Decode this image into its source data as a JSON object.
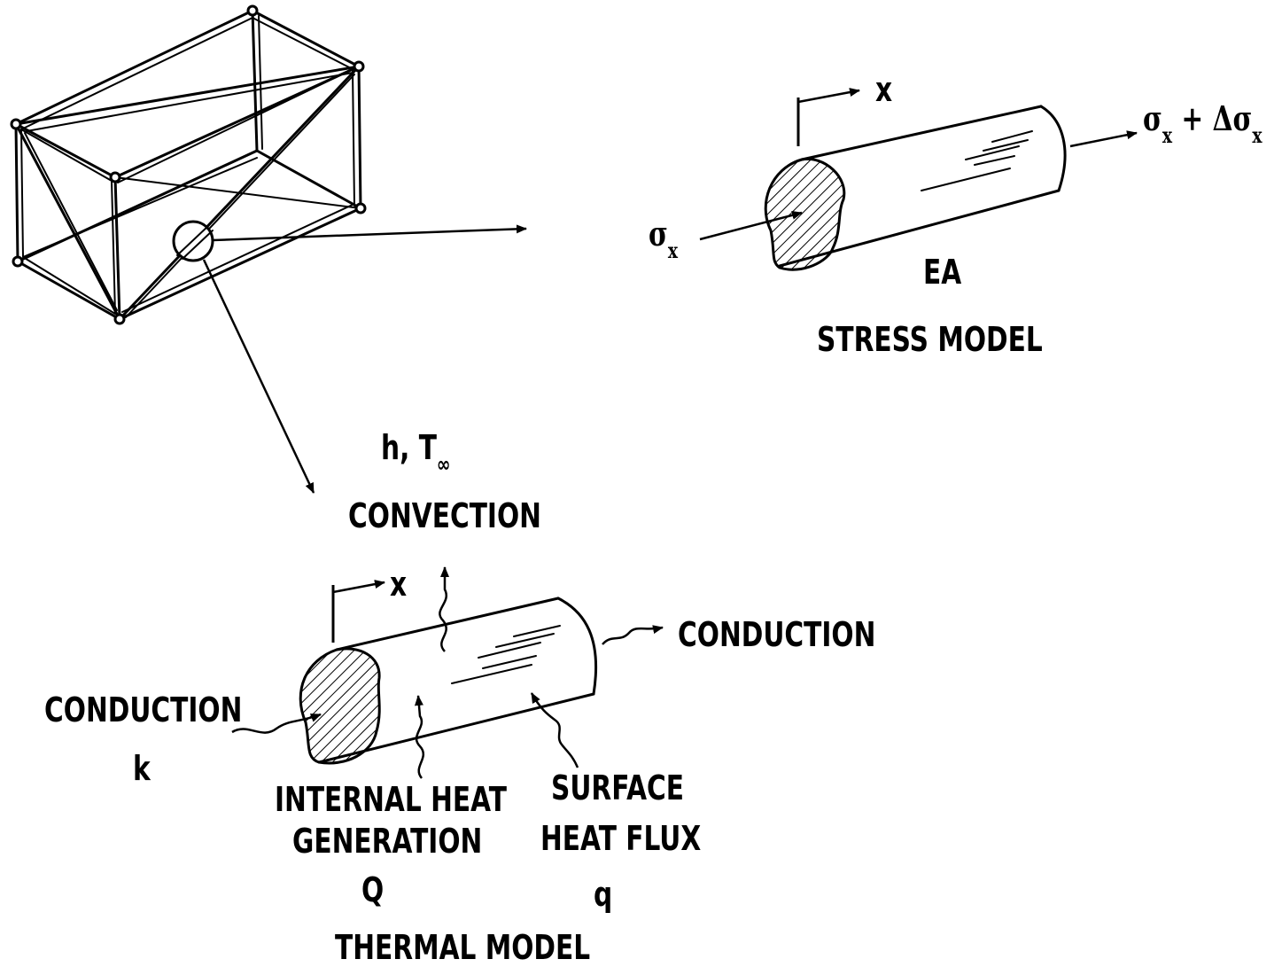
{
  "stress_model": {
    "title": "STRESS MODEL",
    "axis_label": "x",
    "input_stress": {
      "symbol": "σ",
      "subscript": "x"
    },
    "output_stress": {
      "symbol": "σ",
      "subscript": "x",
      "plus": "+ Δσ",
      "subscript2": "x"
    },
    "stiffness": "EA"
  },
  "thermal_model": {
    "title": "THERMAL MODEL",
    "axis_label": "x",
    "convection_params": {
      "h": "h,",
      "T": "T",
      "T_sub": "∞"
    },
    "convection_label": "CONVECTION",
    "conduction_right": "CONDUCTION",
    "conduction_left": "CONDUCTION",
    "conductivity": "k",
    "internal_heat_line1": "INTERNAL HEAT",
    "internal_heat_line2": "GENERATION",
    "internal_heat_symbol": "Q",
    "surface_flux_line1": "SURFACE",
    "surface_flux_line2": "HEAT FLUX",
    "surface_flux_symbol": "q"
  }
}
